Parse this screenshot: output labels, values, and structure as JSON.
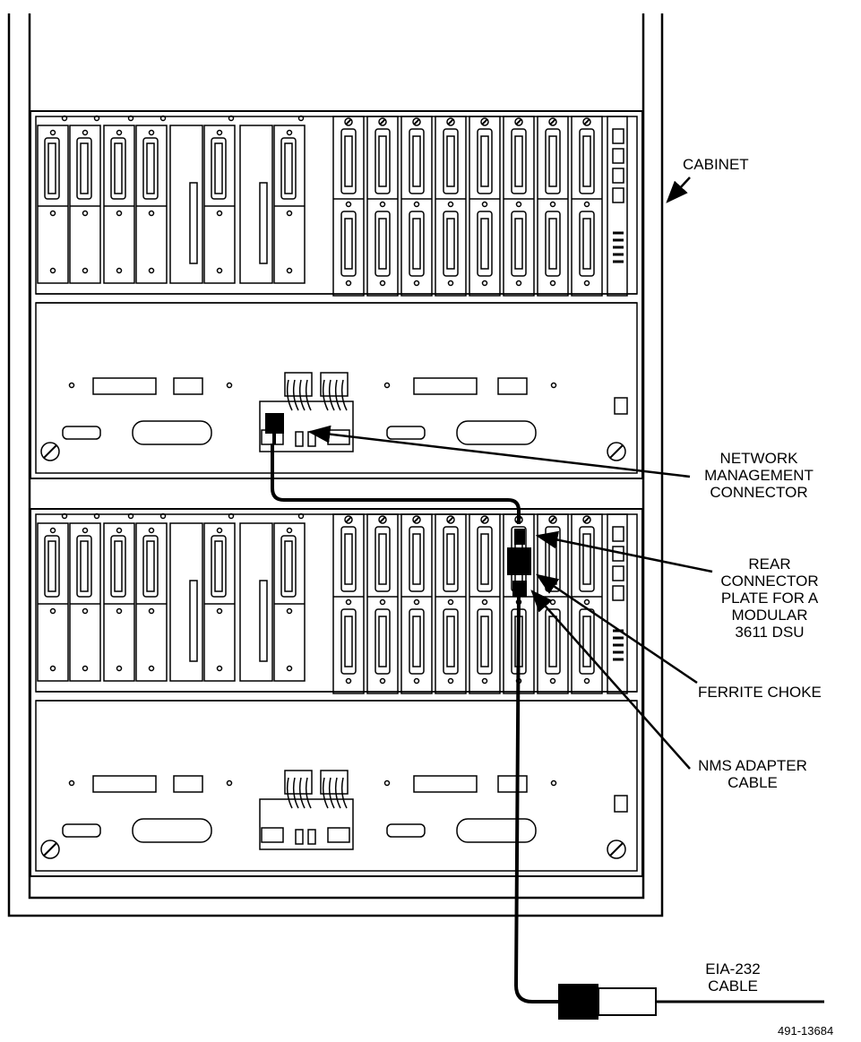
{
  "labels": {
    "cabinet": "CABINET",
    "network_management_connector": [
      "NETWORK",
      "MANAGEMENT",
      "CONNECTOR"
    ],
    "rear_connector_plate": [
      "REAR",
      "CONNECTOR",
      "PLATE FOR A",
      "MODULAR",
      "3611 DSU"
    ],
    "ferrite_choke": "FERRITE CHOKE",
    "nms_adapter_cable": [
      "NMS ADAPTER",
      "CABLE"
    ],
    "eia_232_cable": [
      "EIA-232",
      "CABLE"
    ],
    "figure_number": "491-13684"
  },
  "colors": {
    "ink": "#000000",
    "paper": "#ffffff"
  },
  "icons": {
    "arrow": "arrowhead",
    "screw": "slotted-screw"
  }
}
